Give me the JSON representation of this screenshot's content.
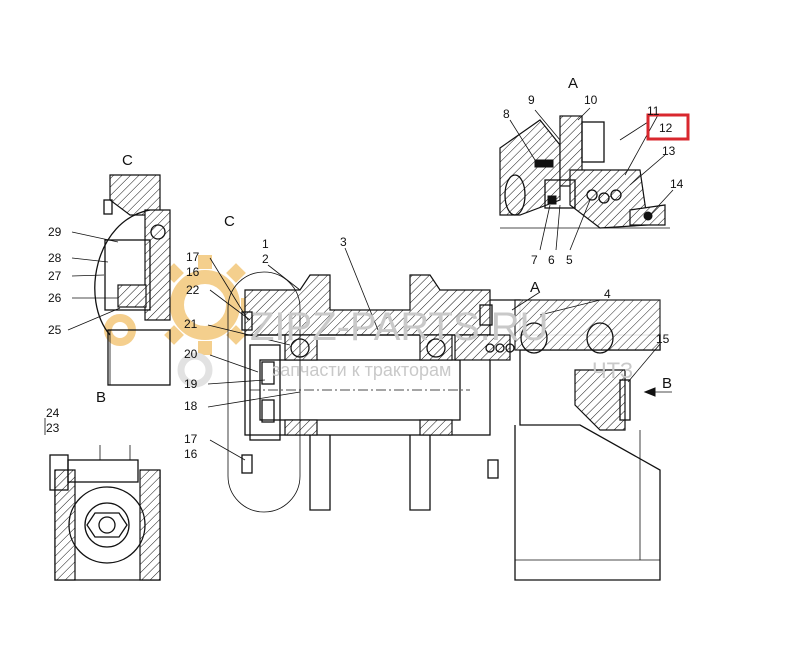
{
  "sections": {
    "a": "A",
    "b": "B",
    "c": "C"
  },
  "callouts": {
    "n1": "1",
    "n2": "2",
    "n3": "3",
    "n4": "4",
    "n5": "5",
    "n6": "6",
    "n7": "7",
    "n8": "8",
    "n9": "9",
    "n10": "10",
    "n11": "11",
    "n12": "12",
    "n13": "13",
    "n14": "14",
    "n15": "15",
    "n16": "16",
    "n17": "17",
    "n18": "18",
    "n19": "19",
    "n20": "20",
    "n21": "21",
    "n22": "22",
    "n23": "23",
    "n24": "24",
    "n25": "25",
    "n26": "26",
    "n27": "27",
    "n28": "28",
    "n29": "29"
  },
  "watermark": {
    "brand": "ZIPZ-PARTS.RU",
    "tagline": "запчасти к тракторам",
    "suffix": "ЧТЗ"
  },
  "colors": {
    "highlight": "#d9272e",
    "gear": "#f3c77a",
    "ink": "#111111"
  },
  "highlighted_callout": "12"
}
